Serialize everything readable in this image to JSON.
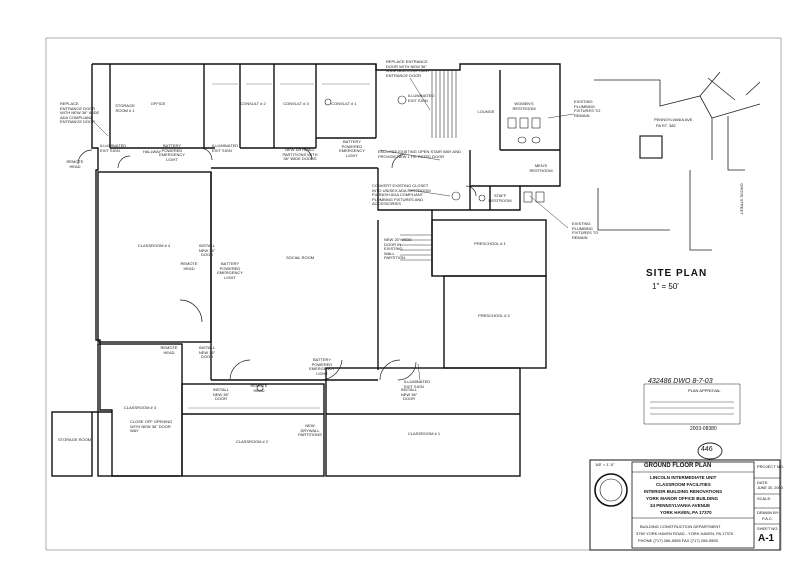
{
  "sheet": {
    "title": "GROUND FLOOR PLAN",
    "scale": "1/8\" = 1'-0\"",
    "project_lines": [
      "LINCOLN INTERMEDIATE UNIT",
      "CLASSROOM FACILITIES",
      "INTERIOR BUILDING RENOVATIONS",
      "YORK MANOR OFFICE BUILDING",
      "34 PENNSYLVANIA AVENUE",
      "YORK HAVEN, PA 17370"
    ],
    "footer_lines": [
      "BUILDING CONSTRUCTION DEPARTMENT",
      "3750 YORK HAVEN ROAD - YORK HAVEN, PA 17370",
      "PHONE (717) 266-5555 FAX (717) 266-5555"
    ],
    "project_no_label": "PROJECT NO.",
    "date_label": "DATE:",
    "date_value": "JUNE 30, 2003",
    "scale_label": "SCALE:",
    "drawn_label": "DRAWN BY:",
    "drawn_value": "P.A.C.",
    "sheet_no_label": "SHEET NO.",
    "sheet_no": "A-1",
    "tag": "446",
    "stamp_number": "2003-08380",
    "approval_note": "432486  DWO  8-7-03",
    "plan_approval": "PLAN APPROVAL"
  },
  "site_plan": {
    "title": "SITE PLAN",
    "scale": "1\" = 50'",
    "street_1": "PENNSYLVANIA AVE",
    "street_2": "PA RT. 382",
    "street_3": "GROVE STREET"
  },
  "rooms": {
    "office": "OFFICE",
    "storage_1": "STORAGE ROOM # 1",
    "council_1": "CONSULT # 1",
    "council_2": "CONSULT # 2",
    "council_3": "CONSULT # 3",
    "lounge": "LOUNGE",
    "womens": "WOMEN'S RESTROOM",
    "mens": "MEN'S RESTROOM",
    "staff_restroom": "STAFF RESTROOM",
    "classroom_4": "CLASSROOM # 4",
    "social_room": "SOCIAL ROOM",
    "preschool_1": "PRESCHOOL # 1",
    "preschool_2": "PRESCHOOL # 2",
    "classroom_3": "CLASSROOM # 3",
    "classroom_2": "CLASSROOM # 2",
    "classroom_1": "CLASSROOM # 1",
    "storage_2": "STORAGE ROOM"
  },
  "notes": {
    "replace_door_1": "REPLACE ENTRANCE DOOR WITH NEW 36\" WIDE ADA COMPLIANT ENTRANCE DOOR",
    "replace_door_2": "REPLACE ENTRANCE DOOR WITH NEW 36\" WIDE ADA COMPLIANT ENTRANCE DOOR",
    "existing_plumbing_1": "EXISTING PLUMBING FIXTURES TO REMAIN",
    "existing_plumbing_2": "EXISTING PLUMBING FIXTURES TO REMAIN",
    "existing_closet": "CONVERT EXISTING CLOSET INTO UNISEX ADA RESTROOM FURNISH ADA COMPLIANT PLUMBING FIXTURES AND ACCESSORIES",
    "enclose_stair": "ENCLOSE EXISTING OPEN STAIR WAY AND PROVIDE NEW 1 HR RATED DOOR",
    "new_partitions_1": "NEW DRYWALL PARTITIONS WITH 36\" WIDE DOORS",
    "new_partitions_2": "NEW DRYWALL PARTITIONS",
    "new_door_partition": "NEW 20\" WIDE DOOR IN EXISTING WALL PARTITION",
    "install_door_1": "INSTALL NEW 36\" DOOR",
    "install_door_2": "INSTALL NEW 36\" DOOR",
    "install_door_3": "INSTALL NEW 36\" DOOR",
    "install_door_4": "INSTALL NEW 36\" DOOR",
    "battery_light_1": "BATTERY POWERED EMERGENCY LIGHT",
    "battery_light_2": "BATTERY POWERED EMERGENCY LIGHT",
    "battery_light_3": "BATTERY POWERED EMERGENCY LIGHT",
    "battery_light_4": "BATTERY POWERED EMERGENCY LIGHT",
    "remote_head_1": "REMOTE HEAD",
    "remote_head_2": "REMOTE HEAD",
    "remote_head_3": "REMOTE HEAD",
    "remote_head_4": "REMOTE HEAD",
    "exit_sign_1": "ILLUMINATED EXIT SIGN",
    "exit_sign_2": "ILLUMINATED EXIT SIGN",
    "exit_sign_3": "ILLUMINATED EXIT SIGN",
    "exit_sign_4": "ILLUMINATED EXIT SIGN",
    "hallway": "HALLWAY",
    "close_off": "CLOSE OFF OPENING WITH NEW 36\" DOOR WAY"
  }
}
